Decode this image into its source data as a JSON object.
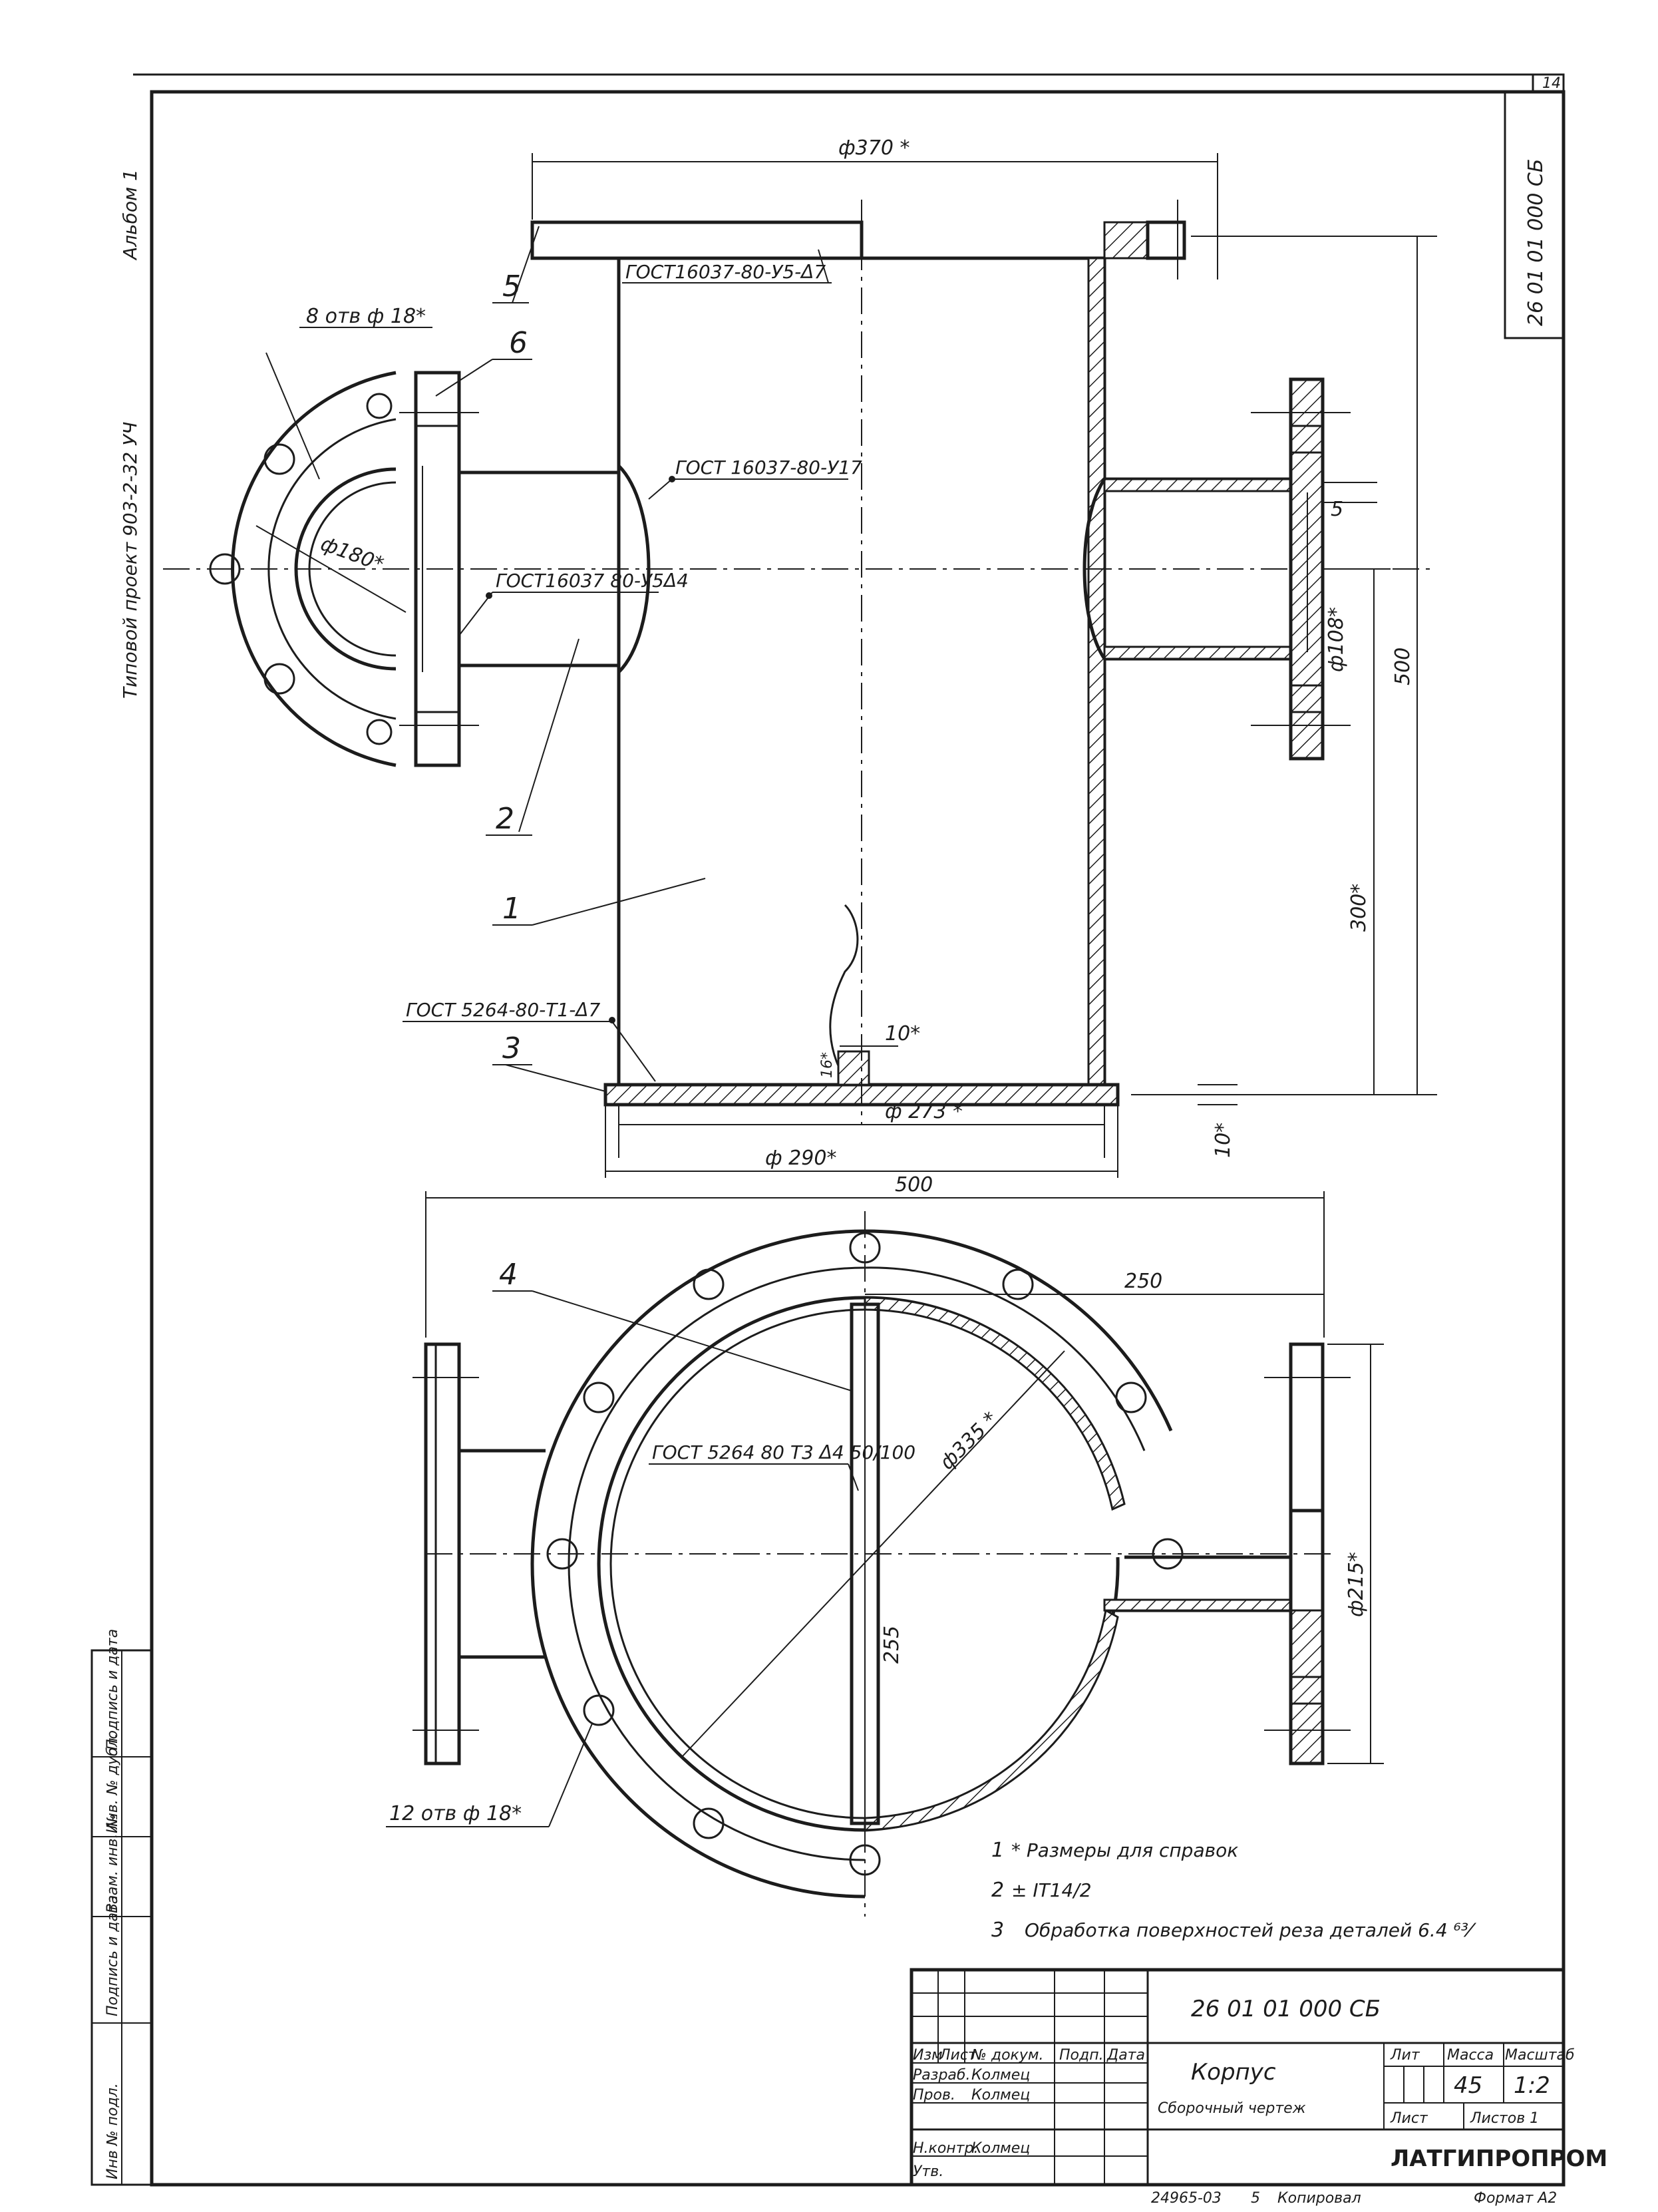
{
  "colors": {
    "ink": "#1c1c1c",
    "paper": "#ffffff"
  },
  "side_stamp": {
    "project": "Типовой проект 903-2-32 УЧ",
    "album": "Альбом 1"
  },
  "corner": {
    "doc_code": "26 01 01 000 СБ",
    "sheet_no": "14"
  },
  "dimensions": {
    "d370": "ф370 *",
    "d180": "ф180*",
    "d108": "ф108*",
    "s5": "5",
    "h500": "500",
    "h300": "300*",
    "s10": "10*",
    "s16": "16*",
    "t10": "10*",
    "d273": "ф 273 *",
    "d290": "ф 290*",
    "w500": "500",
    "r250": "250",
    "d335": "ф335 *",
    "d215": "ф215*",
    "l255": "255"
  },
  "holes": {
    "top": "8 отв ф 18*",
    "bottom": "12 отв ф 18*"
  },
  "welds": {
    "w1": "ГОСТ16037-80-У5-Δ7",
    "w2": "ГОСТ 16037-80-У17",
    "w3": "ГОСТ16037 80-У5Δ4",
    "w4": "ГОСТ 5264-80-Т1-Δ7",
    "w5": "ГОСТ 5264 80 Т3 Δ4 50/100"
  },
  "positions": {
    "p1": "1",
    "p2": "2",
    "p3": "3",
    "p4": "4",
    "p5": "5",
    "p6": "6"
  },
  "notes": [
    {
      "num": "1",
      "text": "* Размеры для справок"
    },
    {
      "num": "2",
      "text": "± IT14/2"
    },
    {
      "num": "3",
      "text": "Обработка поверхностей реза деталей 6.4 ⁶³⁄"
    }
  ],
  "left_strip": {
    "inv_orig": "Инв № подл.",
    "sign_date1": "Подпись и дата",
    "vzam_inv": "Взам. инв. №",
    "inv_dubl": "Инв. № дубл.",
    "sign_date2": "Подпись и дата"
  },
  "title_block": {
    "code": "26 01 01 000 СБ",
    "name": "Корпус",
    "subtitle": "Сборочный чертеж",
    "hdr": {
      "izm": "Изм",
      "list": "Лист",
      "ndoc": "№ докум.",
      "podp": "Подп.",
      "data": "Дата"
    },
    "razrab_role": "Разраб.",
    "razrab_name": "Колмец",
    "prov_role": "Пров.",
    "prov_name": "Колмец",
    "nkontr_role": "Н.контр.",
    "nkontr_name": "Колмец",
    "utv_role": "Утв.",
    "lit_hdr": "Лит",
    "mass_hdr": "Масса",
    "scale_hdr": "Масштаб",
    "mass": "45",
    "scale": "1:2",
    "sheet_hdr": "Лист",
    "sheets_hdr": "Листов 1",
    "org": "ЛАТГИПРОПРОМ"
  },
  "footer": {
    "number": "24965-03",
    "page": "5",
    "copied": "Копировал",
    "format": "Формат А2"
  }
}
